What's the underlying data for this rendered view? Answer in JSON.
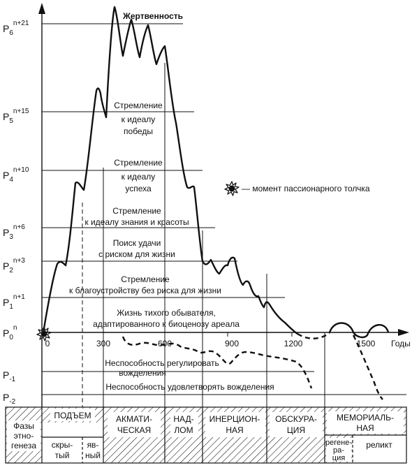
{
  "levels": [
    {
      "base": "P",
      "sub": "6",
      "sup": "n+21"
    },
    {
      "base": "P",
      "sub": "5",
      "sup": "n+15"
    },
    {
      "base": "P",
      "sub": "4",
      "sup": "n+10"
    },
    {
      "base": "P",
      "sub": "3",
      "sup": "n+6"
    },
    {
      "base": "P",
      "sub": "2",
      "sup": "n+3"
    },
    {
      "base": "P",
      "sub": "1",
      "sup": "n+1"
    },
    {
      "base": "P",
      "sub": "0",
      "sup": "n"
    },
    {
      "base": "P",
      "sub": "-1",
      "sup": ""
    },
    {
      "base": "P",
      "sub": "-2",
      "sup": ""
    }
  ],
  "level_texts": {
    "p6": "Жертвенность",
    "p5_1": "Стремление",
    "p5_2": "к идеалу",
    "p5_3": "победы",
    "p4_1": "Стремление",
    "p4_2": "к идеалу",
    "p4_3": "успеха",
    "p3_1": "Стремление",
    "p3_2": "к идеалу знания и красоты",
    "p2_1": "Поиск удачи",
    "p2_2": "с риском для жизни",
    "p1_1": "Стремление",
    "p1_2": "к благоустройству без риска для жизни",
    "p0_1": "Жизнь тихого обывателя,",
    "p0_2": "адаптированного к биоценозу ареала",
    "pm1_1": "Неспособность регулировать",
    "pm1_2": "вожделения",
    "pm2": "Неспособность удовлетворять вожделения"
  },
  "legend": {
    "text": "— момент пассионарного толчка",
    "icon": "starburst-icon"
  },
  "x_axis": {
    "ticks": [
      "0",
      "300",
      "600",
      "900",
      "1200",
      "1500"
    ],
    "unit": "Годы"
  },
  "phase_table": {
    "header_1": "Фазы",
    "header_2": "этно-",
    "header_3": "генеза",
    "podem": "ПОДЪЕМ",
    "skryty": "скры-",
    "skryty_2": "тый",
    "yavny": "яв-",
    "yavny_2": "ный",
    "akmat_1": "АКМАТИ-",
    "akmat_2": "ЧЕСКАЯ",
    "nadlom_1": "НАД-",
    "nadlom_2": "ЛОМ",
    "inerc_1": "ИНЕРЦИОН-",
    "inerc_2": "НАЯ",
    "obsk_1": "ОБСКУРА-",
    "obsk_2": "ЦИЯ",
    "memor_1": "МЕМОРИАЛЬ-",
    "memor_2": "НАЯ",
    "regen_1": "регене-",
    "regen_2": "ра-",
    "regen_3": "ция",
    "relikt": "реликт"
  },
  "colors": {
    "ink": "#111111",
    "background": "#ffffff"
  }
}
